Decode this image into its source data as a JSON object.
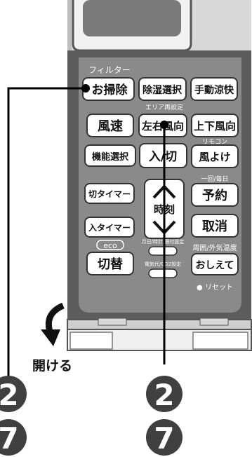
{
  "remote": {
    "filter_caption": "フィルター",
    "buttons": {
      "cleaning": "お掃除",
      "dehumid_select": "除湿選択",
      "manual_cool": "手動涼快",
      "fan_speed": "風速",
      "lr_airflow": "左右風向",
      "ud_airflow": "上下風向",
      "function_select": "機能選択",
      "on_off": "入/切",
      "wind_avoid": "風よけ",
      "off_timer": "切タイマー",
      "on_timer": "入タイマー",
      "time_label": "時刻",
      "reserve": "予約",
      "cancel": "取消",
      "switch": "切替",
      "teach": "おしえて"
    },
    "captions": {
      "area_reset": "エリア再設定",
      "remote_label": "リモコン",
      "once_daily": "一回/毎日",
      "eco": "eco",
      "date_setting": "月日/時計/据付設定",
      "electricity_co2": "電気代/CO2設定",
      "ambient_temp": "周囲/外気温度",
      "reset": "● リセット"
    }
  },
  "diagram": {
    "open_label": "開ける",
    "left_steps": [
      "2",
      "7"
    ],
    "right_steps": [
      "2",
      "7"
    ]
  },
  "colors": {
    "body_dark": "#5c5c5c",
    "panel_gray": "#8a8a8a",
    "button_white": "#ffffff",
    "badge_dark": "#404040",
    "line_black": "#000000"
  }
}
